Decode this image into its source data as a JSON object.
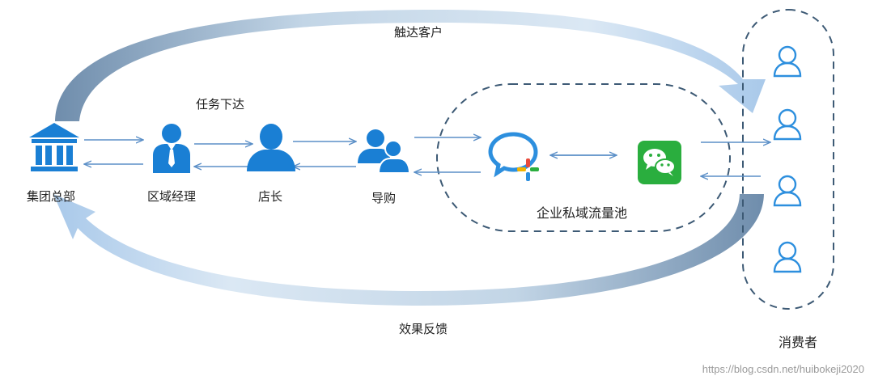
{
  "arcs": {
    "top_label": "触达客户",
    "bottom_label": "效果反馈"
  },
  "task_label": "任务下达",
  "nodes": {
    "hq": "集团总部",
    "regional_manager": "区域经理",
    "store_manager": "店长",
    "shopping_guide": "导购"
  },
  "pool_label": "企业私域流量池",
  "consumer_label": "消费者",
  "watermark": "https://blog.csdn.net/huibokeji2020",
  "colors": {
    "primary_blue": "#1a7fd4",
    "arrow_blue": "#5b8fc7",
    "dashed_border": "#3d5a75",
    "wechat_green": "#2aae3e",
    "wework_blue": "#2d8fde"
  }
}
